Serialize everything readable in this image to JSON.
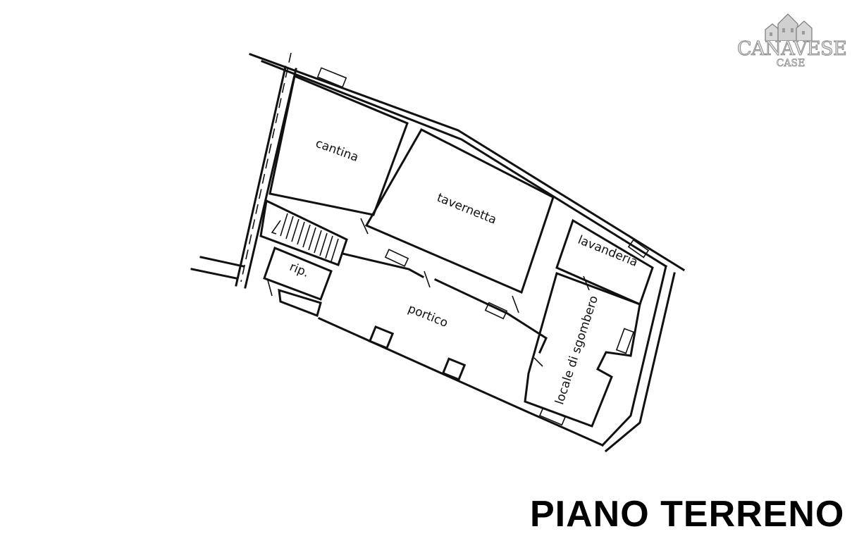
{
  "logo": {
    "name": "CANAVESE",
    "sub": "CASE"
  },
  "title": "PIANO TERRENO",
  "rooms": {
    "cantina": "cantina",
    "tavernetta": "tavernetta",
    "lavanderia": "lavanderia",
    "rip": "rip.",
    "portico": "portico",
    "locale_sgombero": "locale di sgombero"
  },
  "colors": {
    "line": "#111111",
    "logo_fill": "#e4e4e4",
    "logo_outline": "#8a8a8a",
    "background": "#ffffff"
  }
}
